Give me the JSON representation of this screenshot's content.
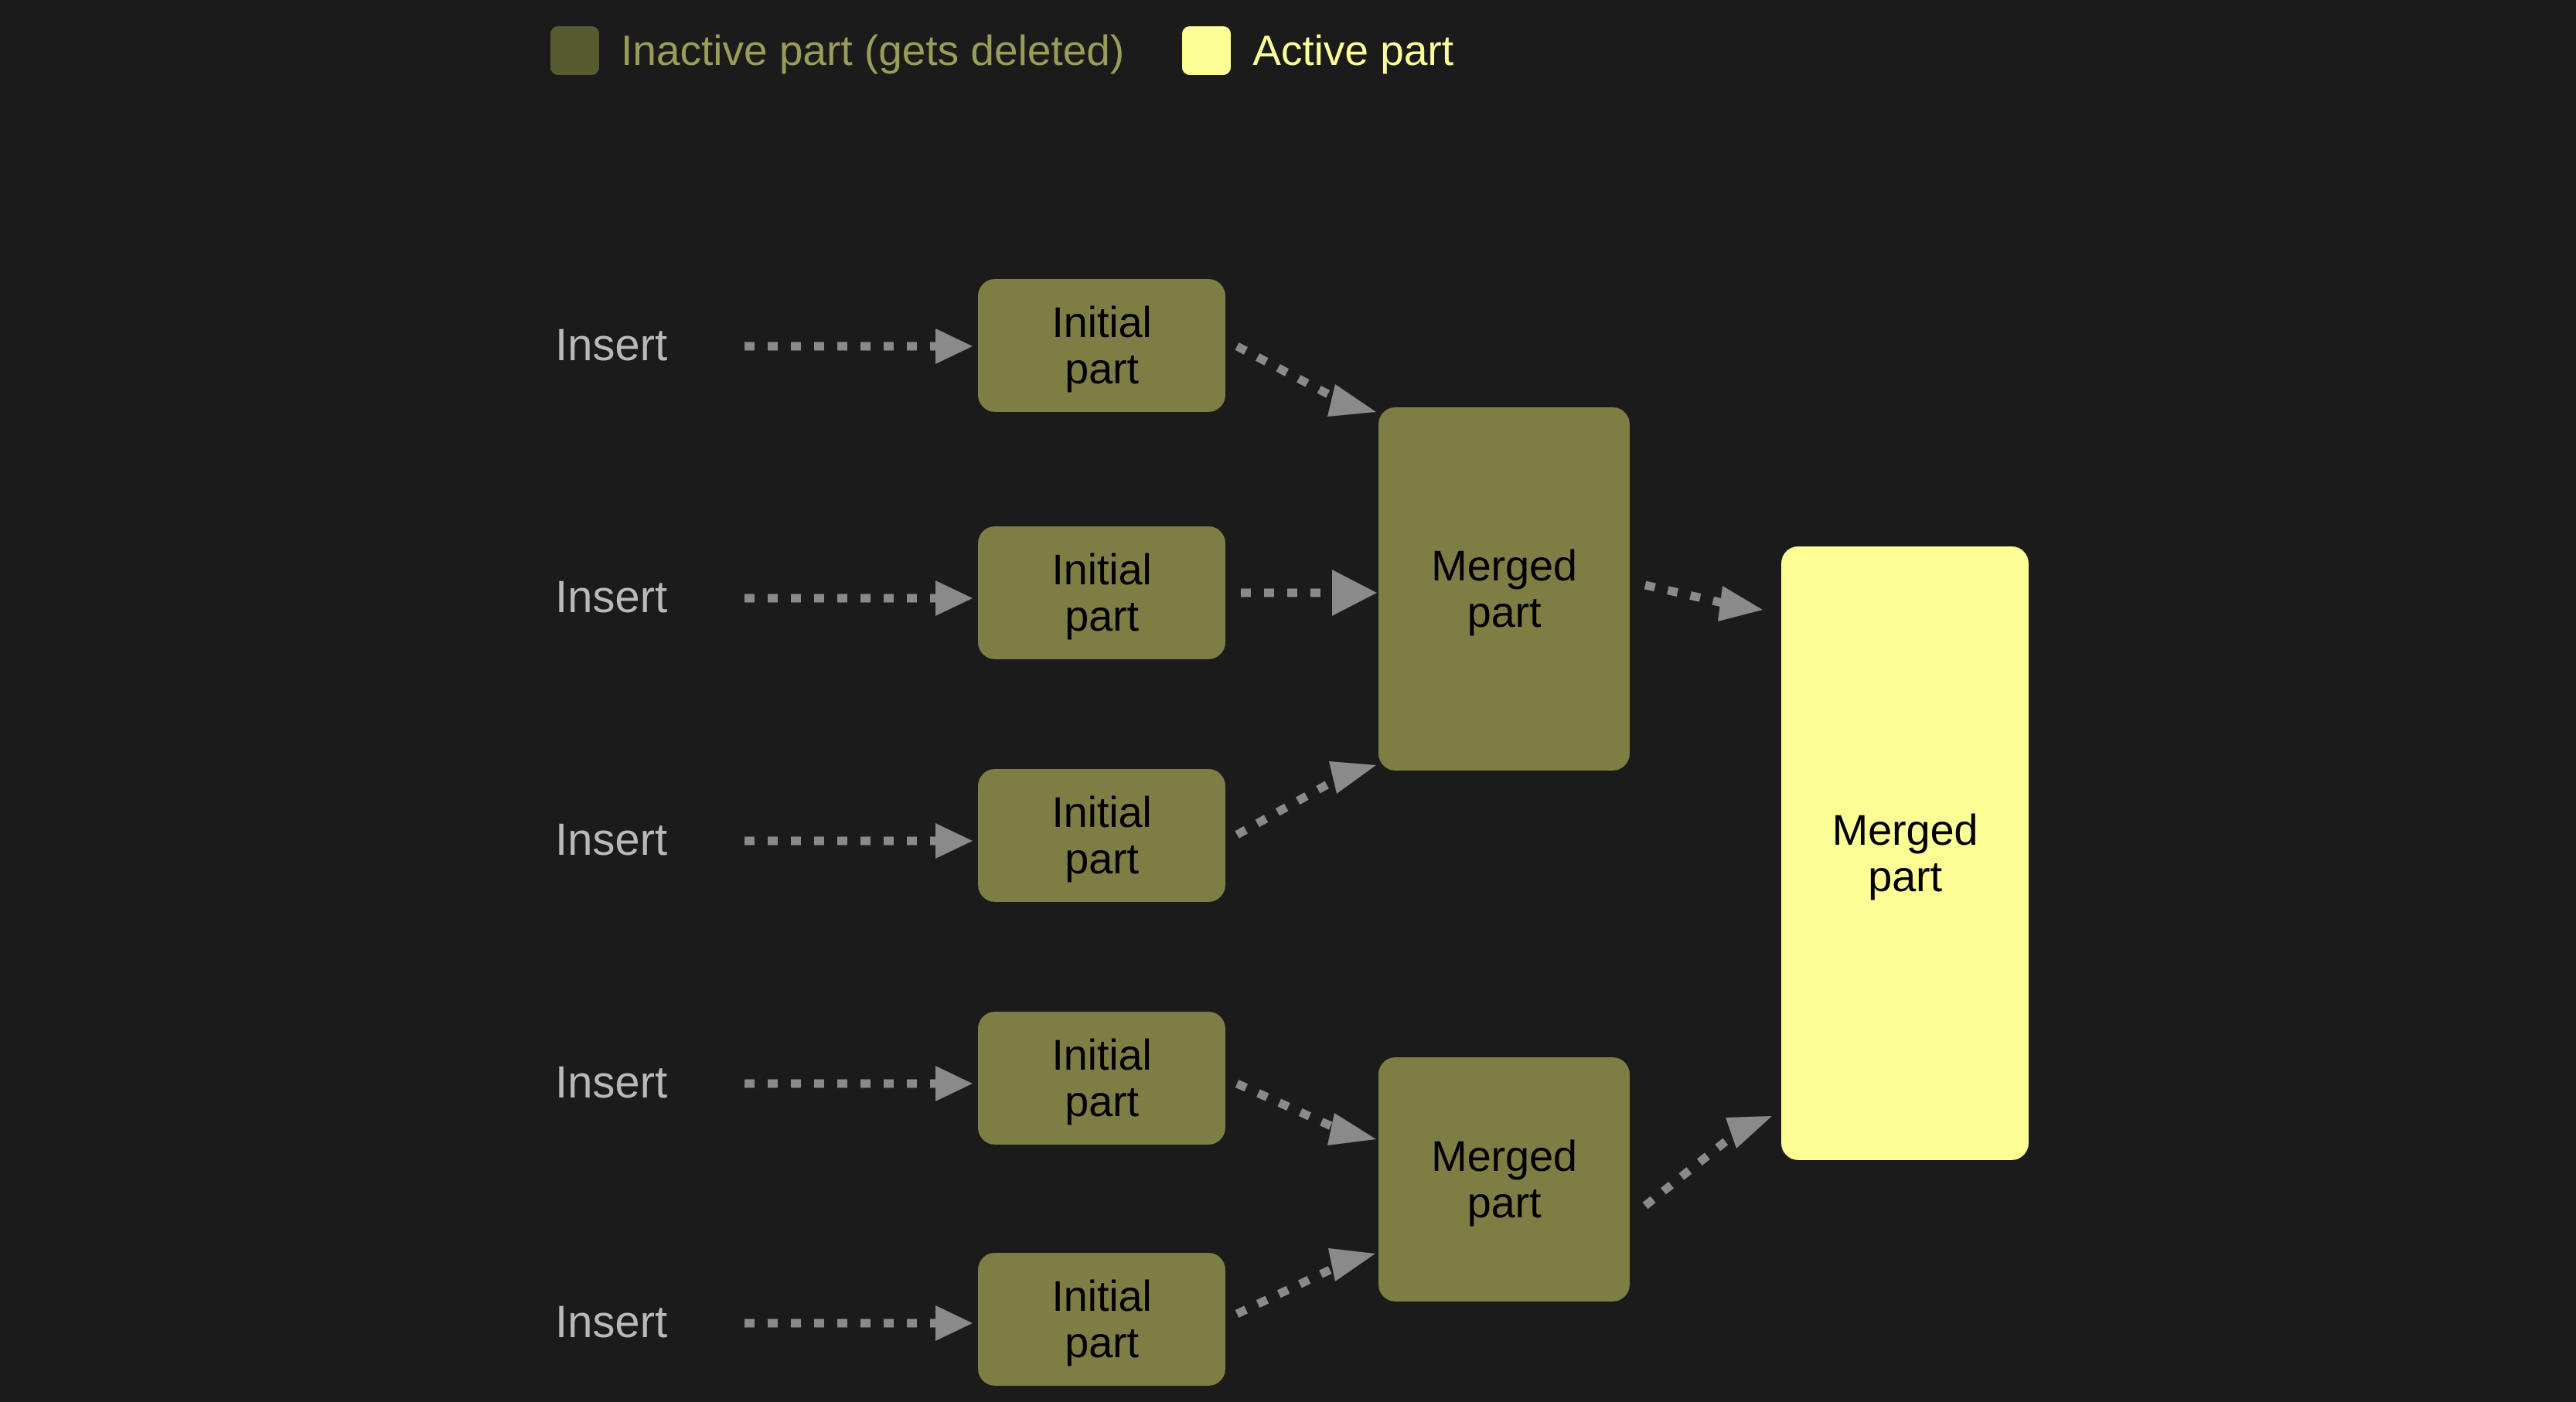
{
  "background_color": "#1b1b1b",
  "legend": {
    "items": [
      {
        "id": "inactive",
        "label": "Inactive part (gets deleted)",
        "color": "#585a30",
        "text_color": "#9a9d57"
      },
      {
        "id": "active",
        "label": "Active part",
        "color": "#fdfd96",
        "text_color": "#fdfd96"
      }
    ]
  },
  "diagram": {
    "insert_labels": [
      {
        "text": "Insert"
      },
      {
        "text": "Insert"
      },
      {
        "text": "Insert"
      },
      {
        "text": "Insert"
      },
      {
        "text": "Insert"
      }
    ],
    "initial_parts": [
      {
        "line1": "Initial",
        "line2": "part",
        "state": "inactive"
      },
      {
        "line1": "Initial",
        "line2": "part",
        "state": "inactive"
      },
      {
        "line1": "Initial",
        "line2": "part",
        "state": "inactive"
      },
      {
        "line1": "Initial",
        "line2": "part",
        "state": "inactive"
      },
      {
        "line1": "Initial",
        "line2": "part",
        "state": "inactive"
      }
    ],
    "merged_parts": [
      {
        "line1": "Merged",
        "line2": "part",
        "state": "inactive"
      },
      {
        "line1": "Merged",
        "line2": "part",
        "state": "inactive"
      }
    ],
    "final_part": {
      "line1": "Merged",
      "line2": "part",
      "state": "active"
    },
    "arrow_color": "#8a8a8a",
    "arrow_style": "dotted"
  }
}
